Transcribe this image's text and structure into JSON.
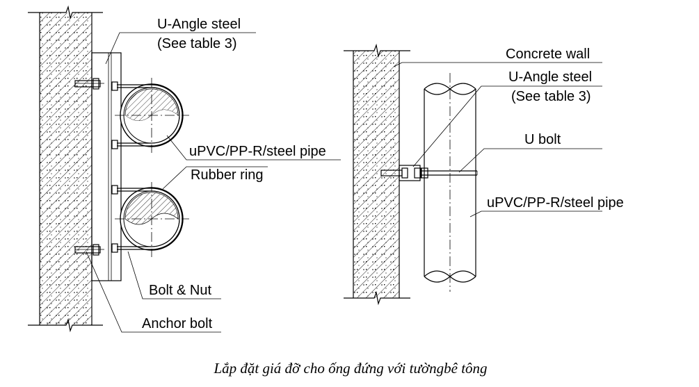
{
  "left_view": {
    "u_angle_label": "U-Angle steel",
    "u_angle_note": "(See table 3)",
    "pipe_label": "uPVC/PP-R/steel pipe",
    "rubber_label": "Rubber ring",
    "bolt_nut_label": "Bolt & Nut",
    "anchor_label": "Anchor bolt"
  },
  "right_view": {
    "concrete_label": "Concrete wall",
    "u_angle_label": "U-Angle steel",
    "u_angle_note": "(See table 3)",
    "ubolt_label": "U bolt",
    "pipe_label": "uPVC/PP-R/steel pipe"
  },
  "caption": "Lắp đặt giá đỡ cho ống đứng với tườngbê tông"
}
